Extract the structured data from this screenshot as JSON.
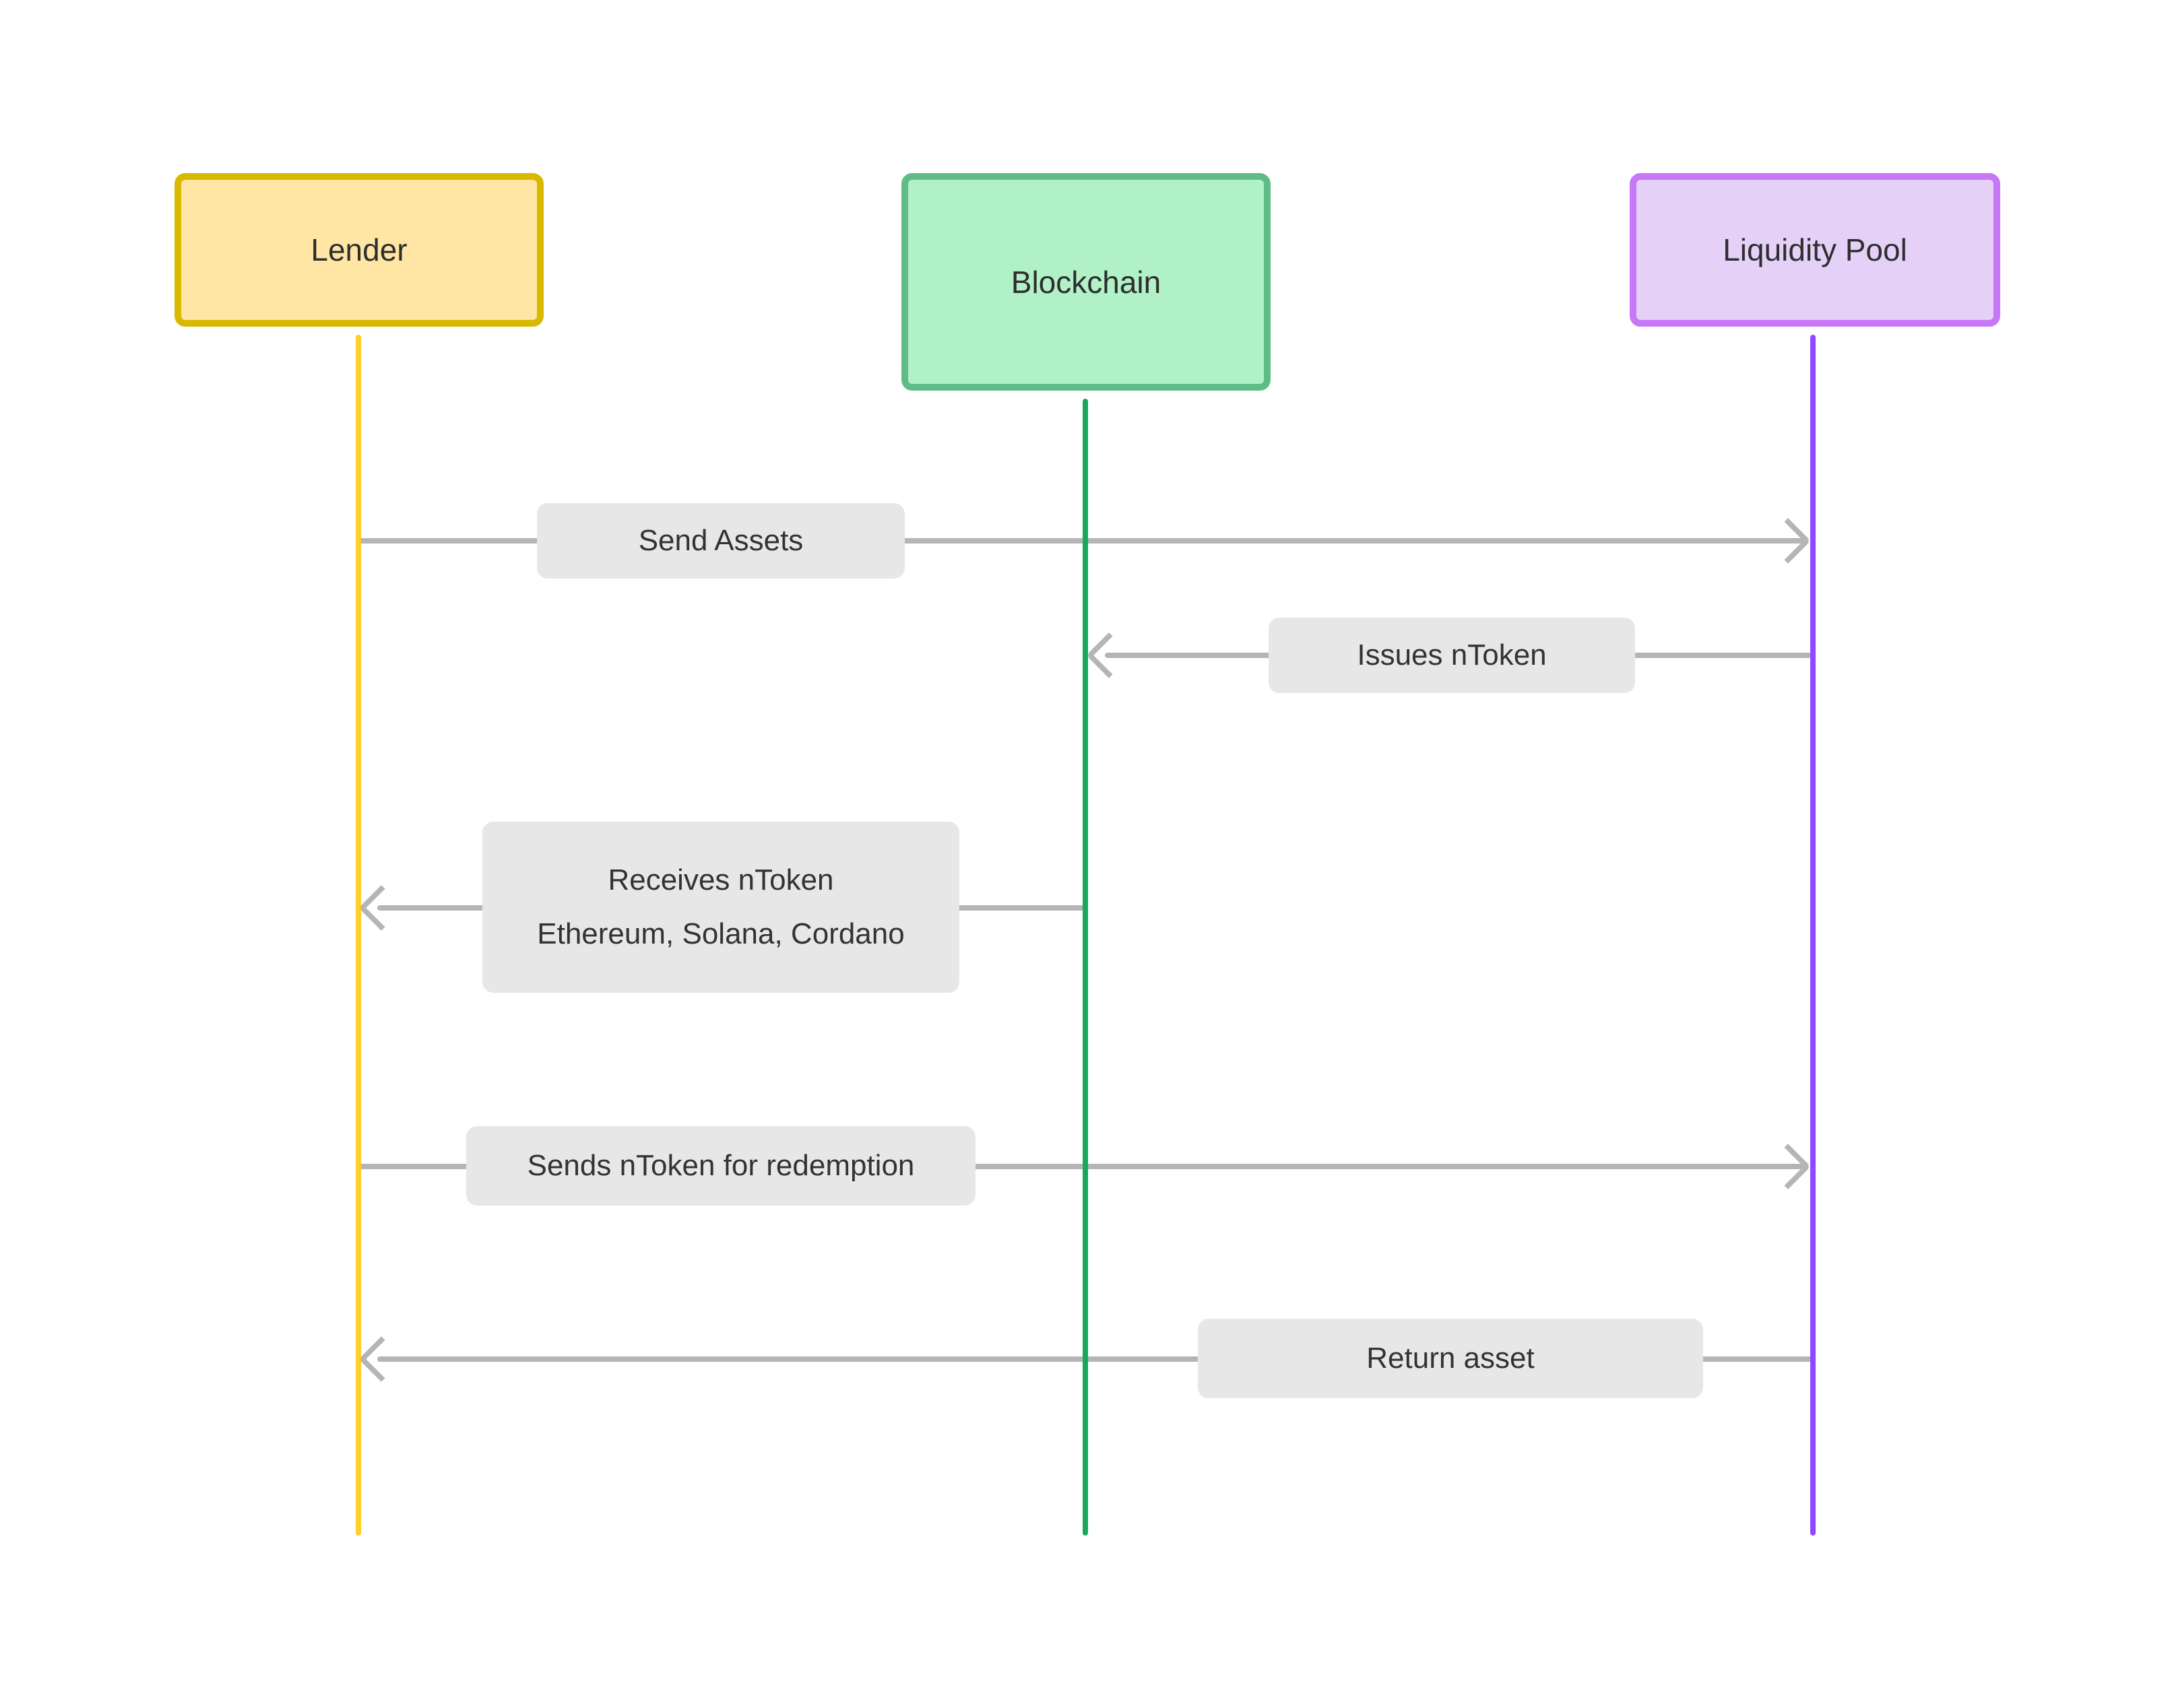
{
  "diagram_type": "sequence-diagram",
  "colors": {
    "background": "#ffffff",
    "arrow": "#b5b5b5",
    "message_label_bg": "#e7e7e7",
    "text": "#2e2e2e"
  },
  "actors": [
    {
      "label": "Lender",
      "fill": "#ffe6a4",
      "border": "#d9b800",
      "lifeline": "#ffce29"
    },
    {
      "label": "Blockchain",
      "fill": "#b0f1c6",
      "border": "#5fbc87",
      "lifeline": "#17a85c"
    },
    {
      "label": "Liquidity Pool",
      "fill": "#e5d0f8",
      "border": "#c678f7",
      "lifeline": "#9147ff"
    }
  ],
  "messages": [
    {
      "label": "Send Assets",
      "from": "Lender",
      "to": "Liquidity Pool",
      "direction": "right"
    },
    {
      "label": "Issues nToken",
      "from": "Liquidity Pool",
      "to": "Blockchain",
      "direction": "left"
    },
    {
      "line1": "Receives nToken",
      "line2": "Ethereum, Solana, Cordano",
      "from": "Blockchain",
      "to": "Lender",
      "direction": "left"
    },
    {
      "label": "Sends nToken for redemption",
      "from": "Lender",
      "to": "Liquidity Pool",
      "direction": "right"
    },
    {
      "label": "Return asset",
      "from": "Liquidity Pool",
      "to": "Lender",
      "direction": "left"
    }
  ]
}
